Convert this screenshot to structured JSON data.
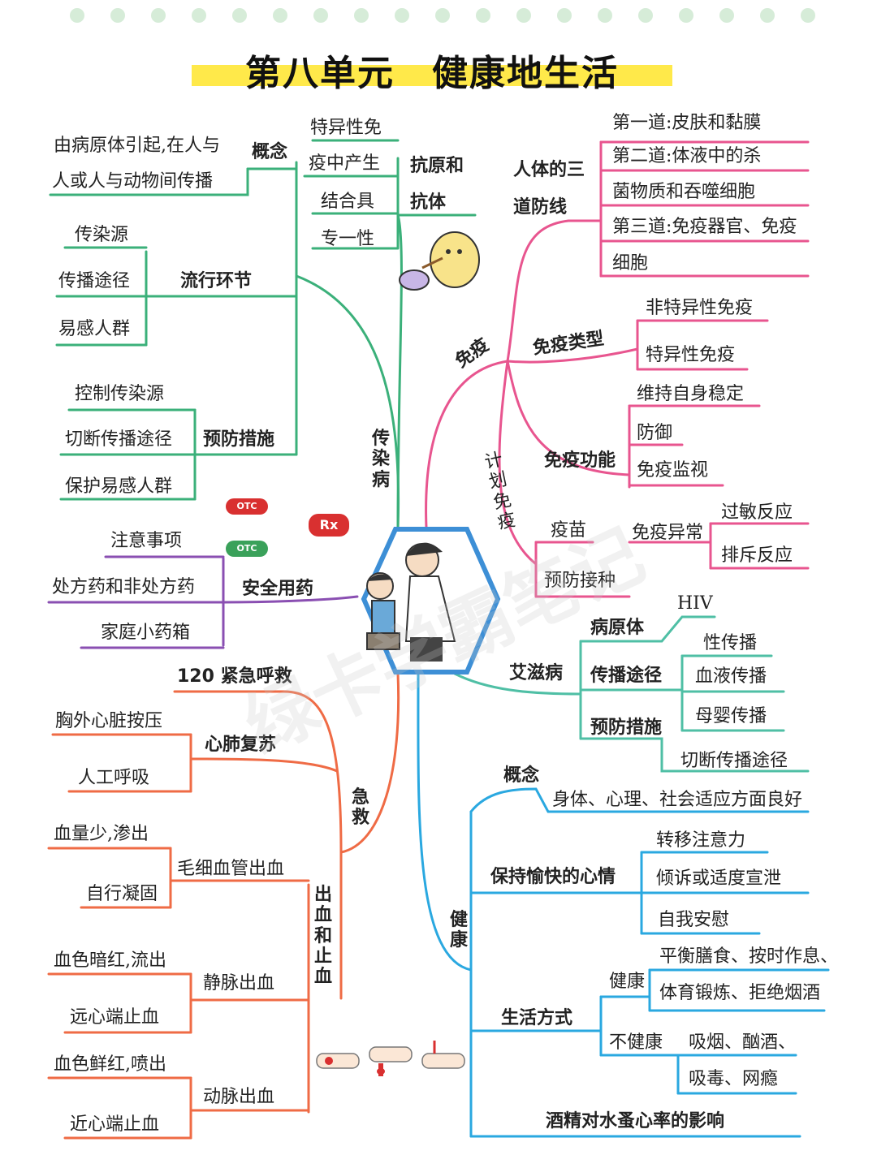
{
  "title": "第八单元　健康地生活",
  "colors": {
    "green": "#3bb07a",
    "pink": "#e8558f",
    "orange": "#ef6b45",
    "purple": "#8a4fb2",
    "teal": "#4fbfa5",
    "blue": "#2aa8e0",
    "hex": "#3d8fd6"
  },
  "infectious": {
    "label": "传染病",
    "concept": {
      "label": "概念",
      "text1": "由病原体引起,在人与",
      "text2": "人或人与动物间传播"
    },
    "chain": {
      "label": "流行环节",
      "items": [
        "传染源",
        "传播途径",
        "易感人群"
      ]
    },
    "prevention": {
      "label": "预防措施",
      "items": [
        "控制传染源",
        "切断传播途径",
        "保护易感人群"
      ]
    }
  },
  "antigen": {
    "label1": "抗原和",
    "label2": "抗体",
    "lines": [
      "特异性免",
      "疫中产生",
      "结合具",
      "专一性"
    ]
  },
  "safe_drug": {
    "label": "安全用药",
    "items": [
      "注意事项",
      "处方药和非处方药",
      "家庭小药箱"
    ],
    "badges": [
      "OTC",
      "OTC",
      "Rx"
    ]
  },
  "first_aid": {
    "label": "急救",
    "call": "120 紧急呼救",
    "cpr": {
      "label": "心肺复苏",
      "items": [
        "胸外心脏按压",
        "人工呼吸"
      ]
    },
    "bleeding": {
      "label": "出血和止血",
      "capillary": {
        "label": "毛细血管出血",
        "items": [
          "血量少,渗出",
          "自行凝固"
        ]
      },
      "vein": {
        "label": "静脉出血",
        "items": [
          "血色暗红,流出",
          "远心端止血"
        ]
      },
      "artery": {
        "label": "动脉出血",
        "items": [
          "血色鲜红,喷出",
          "近心端止血"
        ]
      }
    }
  },
  "immunity": {
    "label": "免疫",
    "defense": {
      "label1": "人体的三",
      "label2": "道防线",
      "items": [
        "第一道:皮肤和黏膜",
        "第二道:体液中的杀",
        "菌物质和吞噬细胞",
        "第三道:免疫器官、免疫",
        "细胞"
      ]
    },
    "types": {
      "label": "免疫类型",
      "items": [
        "非特异性免疫",
        "特异性免疫"
      ]
    },
    "functions": {
      "label": "免疫功能",
      "items": [
        "维持自身稳定",
        "防御",
        "免疫监视"
      ],
      "abnormal": "免疫异常",
      "abnormal_items": [
        "过敏反应",
        "排斥反应"
      ]
    },
    "plan": {
      "label": "计划免疫",
      "items": [
        "疫苗",
        "预防接种"
      ]
    }
  },
  "aids": {
    "label": "艾滋病",
    "pathogen": {
      "label": "病原体",
      "value": "HIV"
    },
    "route": {
      "label": "传播途径",
      "items": [
        "性传播",
        "血液传播",
        "母婴传播"
      ]
    },
    "prevention": {
      "label": "预防措施",
      "value": "切断传播途径"
    }
  },
  "health": {
    "label": "健康",
    "concept": {
      "label": "概念",
      "value": "身体、心理、社会适应方面良好"
    },
    "mood": {
      "label": "保持愉快的心情",
      "items": [
        "转移注意力",
        "倾诉或适度宣泄",
        "自我安慰"
      ]
    },
    "lifestyle": {
      "label": "生活方式",
      "healthy": "健康",
      "healthy_items": [
        "平衡膳食、按时作息、",
        "体育锻炼、拒绝烟酒"
      ],
      "unhealthy": "不健康",
      "unhealthy_items": [
        "吸烟、酗酒、",
        "吸毒、网瘾"
      ]
    },
    "experiment": "酒精对水蚤心率的影响"
  },
  "watermark": "绿卡学霸笔记"
}
